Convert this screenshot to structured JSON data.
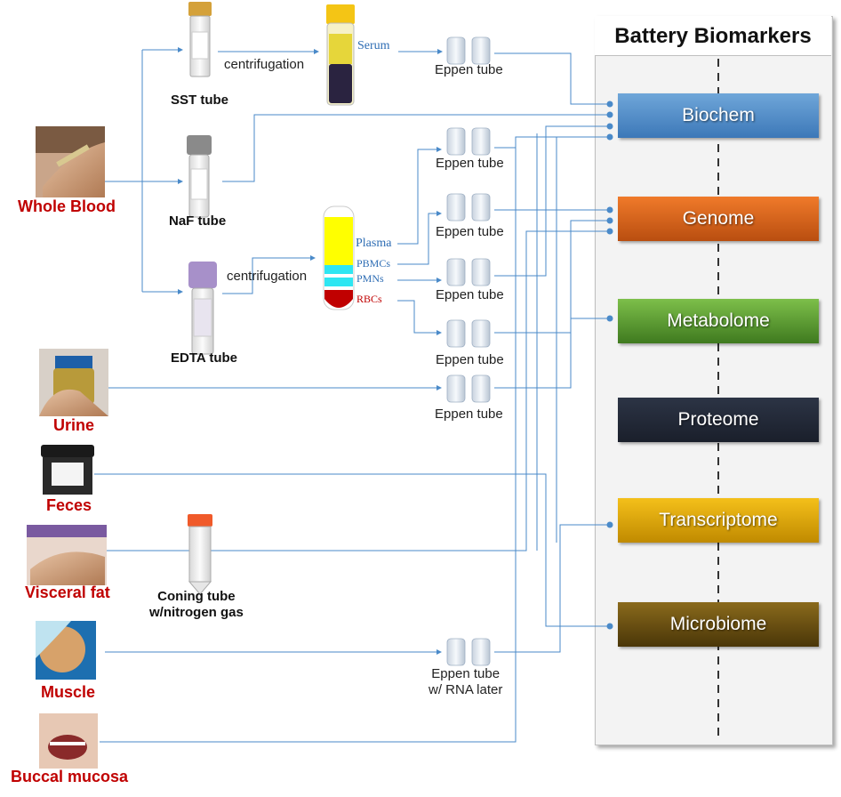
{
  "panel": {
    "title": "Battery Biomarkers"
  },
  "biomarkers": [
    {
      "label": "Biochem",
      "color_top": "#6fa6d9",
      "color_bottom": "#3c78b8"
    },
    {
      "label": "Genome",
      "color_top": "#f07a2a",
      "color_bottom": "#b94e10"
    },
    {
      "label": "Metabolome",
      "color_top": "#7dbf4a",
      "color_bottom": "#3f7a1f"
    },
    {
      "label": "Proteome",
      "color_top": "#2c3445",
      "color_bottom": "#1a1f2b"
    },
    {
      "label": "Transcriptome",
      "color_top": "#f4c01a",
      "color_bottom": "#c08a00"
    },
    {
      "label": "Microbiome",
      "color_top": "#8a6a1c",
      "color_bottom": "#4a3608"
    }
  ],
  "sources": {
    "whole_blood": "Whole Blood",
    "urine": "Urine",
    "feces": "Feces",
    "visceral_fat": "Visceral fat",
    "muscle": "Muscle",
    "buccal": "Buccal mucosa"
  },
  "tubes": {
    "sst": "SST tube",
    "naf": "NaF tube",
    "edta": "EDTA tube",
    "coning_line1": "Coning tube",
    "coning_line2": "w/nitrogen gas"
  },
  "process": {
    "centrifugation_1": "centrifugation",
    "centrifugation_2": "centrifugation"
  },
  "layers": {
    "serum": "Serum",
    "plasma": "Plasma",
    "pbmcs": "PBMCs",
    "pmns": "PMNs",
    "rbcs": "RBCs"
  },
  "eppen": {
    "e1": "Eppen tube",
    "e2": "Eppen tube",
    "e3": "Eppen tube",
    "e4": "Eppen tube",
    "e5": "Eppen tube",
    "e6": "Eppen tube",
    "rna_line1": "Eppen tube",
    "rna_line2": "w/ RNA later"
  },
  "colors": {
    "line": "#4a8ac9",
    "source_text": "#c00000",
    "layer_blue": "#2e6db4",
    "layer_red": "#c00000"
  }
}
